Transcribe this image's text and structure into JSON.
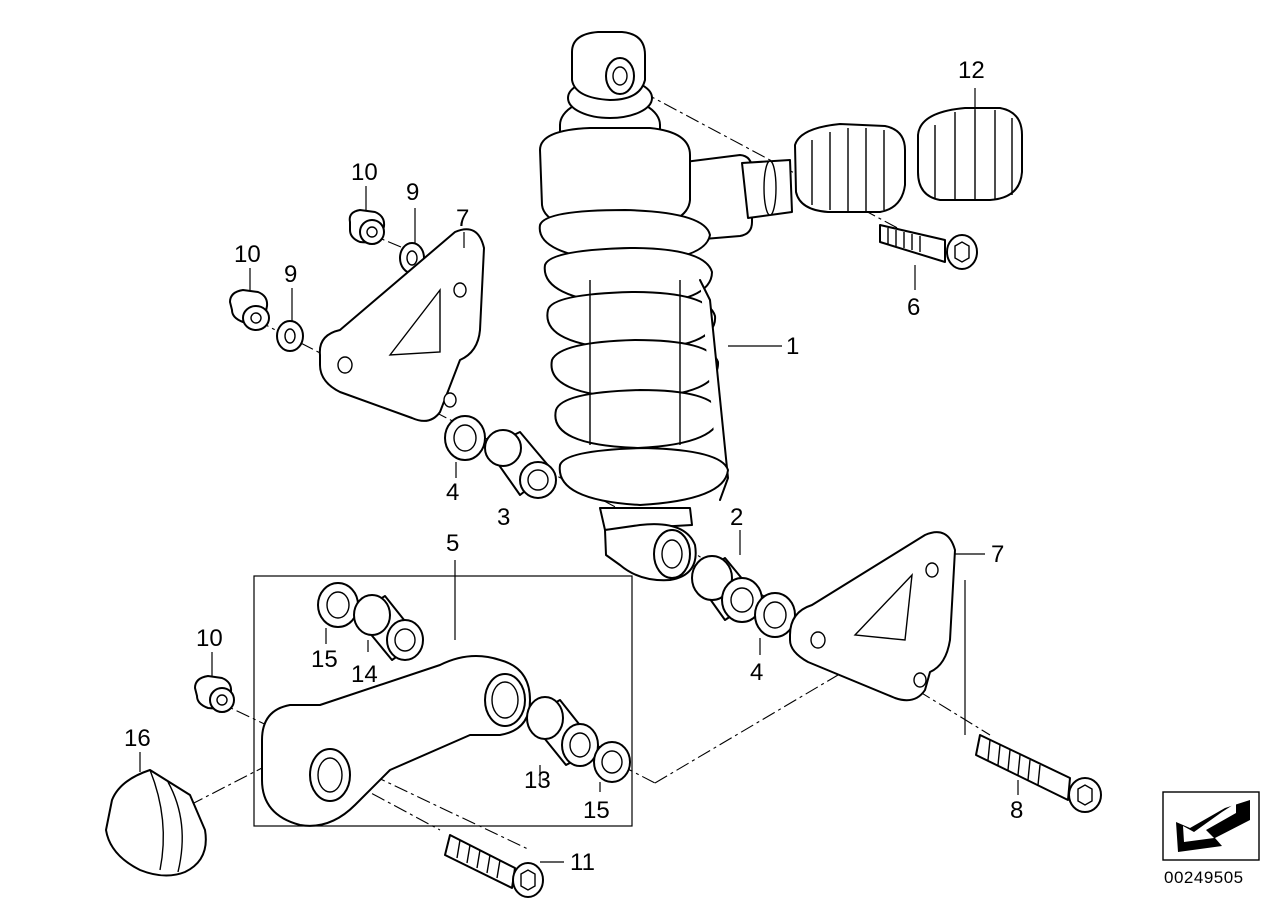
{
  "callouts": {
    "c1": "1",
    "c2": "2",
    "c3": "3",
    "c4a": "4",
    "c4b": "4",
    "c5": "5",
    "c6": "6",
    "c7a": "7",
    "c7b": "7",
    "c8": "8",
    "c9a": "9",
    "c9b": "9",
    "c10a": "10",
    "c10b": "10",
    "c10c": "10",
    "c11": "11",
    "c12": "12",
    "c13": "13",
    "c14": "14",
    "c15a": "15",
    "c15b": "15",
    "c16": "16"
  },
  "reference_number": "00249505",
  "colors": {
    "line": "#000000",
    "background": "#ffffff"
  }
}
